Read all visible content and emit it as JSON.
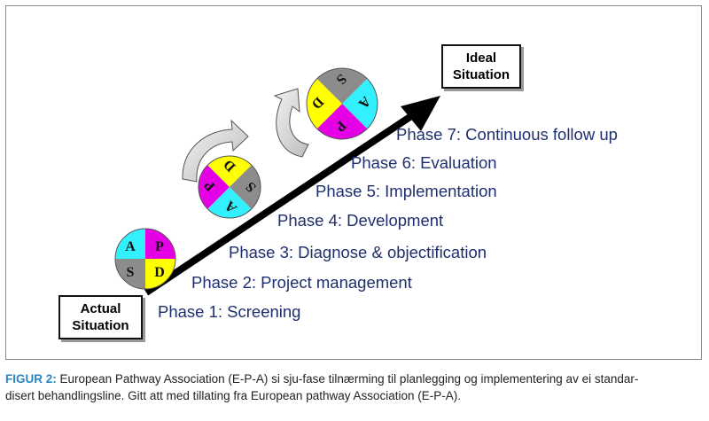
{
  "diagram": {
    "start_box": {
      "line1": "Actual",
      "line2": "Situation"
    },
    "end_box": {
      "line1": "Ideal",
      "line2": "Situation"
    },
    "phases": [
      "Phase 1: Screening",
      "Phase 2: Project management",
      "Phase 3: Diagnose & objectification",
      "Phase 4: Development",
      "Phase 5: Implementation",
      "Phase 6: Evaluation",
      "Phase 7: Continuous follow up"
    ],
    "pdca_letters": {
      "p": "P",
      "d": "D",
      "c": "S",
      "a": "A"
    },
    "colors": {
      "plan": "#e600e6",
      "do": "#ffff00",
      "study": "#8c8c8c",
      "act": "#33f0ff",
      "phase_text": "#1f2f6e",
      "caption_label": "#2a86c3"
    }
  },
  "caption": {
    "label": "FIGUR 2:",
    "line1": "European Pathway Association (E-P-A) si sju-fase tilnærming til planlegging og implementering av ei standar-",
    "line2": "disert behandlingsline. Gitt att med tillating fra European pathway Association (E-P-A)."
  }
}
